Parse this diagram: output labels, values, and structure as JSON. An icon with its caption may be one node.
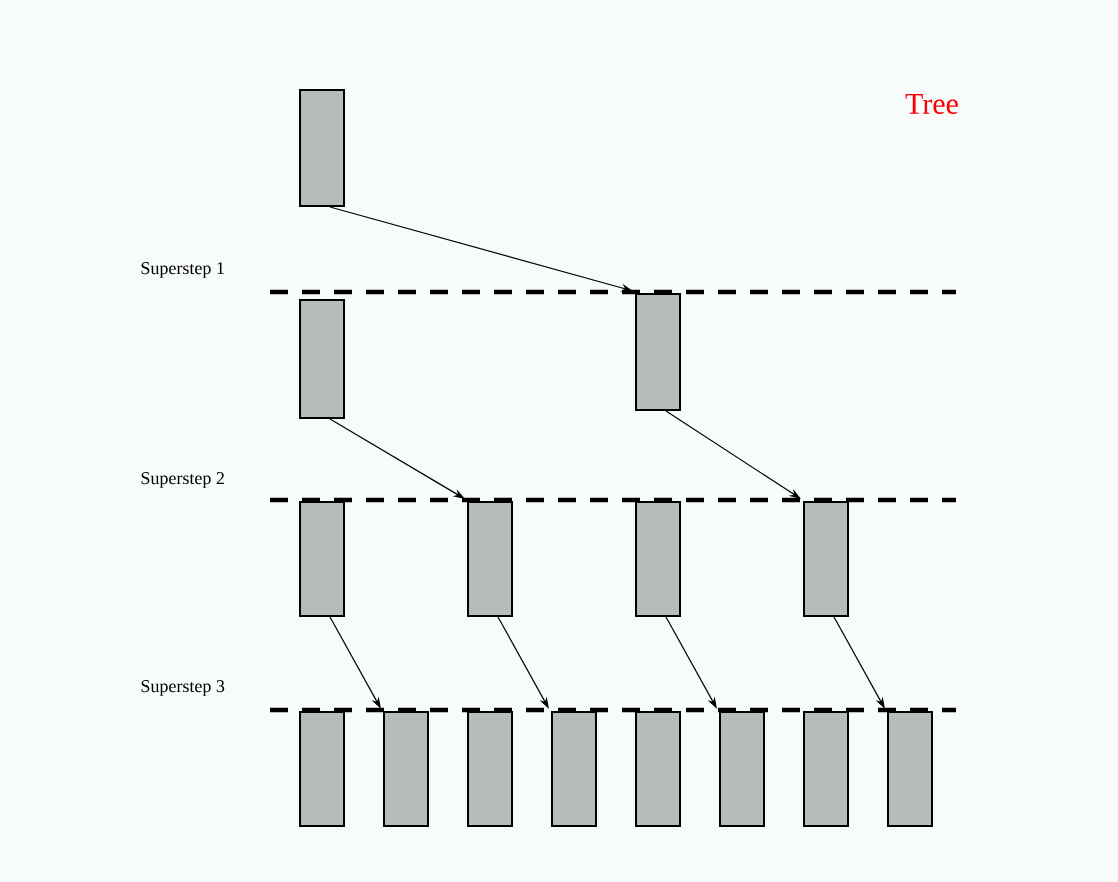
{
  "diagram": {
    "title": "Tree",
    "nodes": [
      {
        "text": [],
        "shape": "bar"
      },
      {
        "text": [],
        "shape": "bar"
      },
      {
        "text": [],
        "shape": "bar"
      },
      {
        "text": [],
        "shape": "bar"
      },
      {
        "text": [],
        "shape": "bar"
      },
      {
        "text": [],
        "shape": "bar"
      },
      {
        "text": [],
        "shape": "bar"
      },
      {
        "text": [],
        "shape": "bar"
      },
      {
        "text": [],
        "shape": "bar"
      },
      {
        "text": [],
        "shape": "bar"
      },
      {
        "text": [],
        "shape": "bar"
      },
      {
        "text": [],
        "shape": "bar"
      },
      {
        "text": [],
        "shape": "bar"
      },
      {
        "text": [],
        "shape": "bar"
      },
      {
        "text": [],
        "shape": "bar"
      }
    ],
    "edges": [
      {
        "from": 0,
        "to": 2,
        "arrow": "to"
      },
      {
        "from": 1,
        "to": 4,
        "arrow": "to"
      },
      {
        "from": 2,
        "to": 6,
        "arrow": "to"
      },
      {
        "from": 3,
        "to": 8,
        "arrow": "to"
      },
      {
        "from": 4,
        "to": 10,
        "arrow": "to"
      },
      {
        "from": 5,
        "to": 12,
        "arrow": "to"
      },
      {
        "from": 6,
        "to": 14,
        "arrow": "to"
      }
    ],
    "labels": [
      "Superstep 1",
      "Superstep 2",
      "Superstep 3"
    ]
  }
}
